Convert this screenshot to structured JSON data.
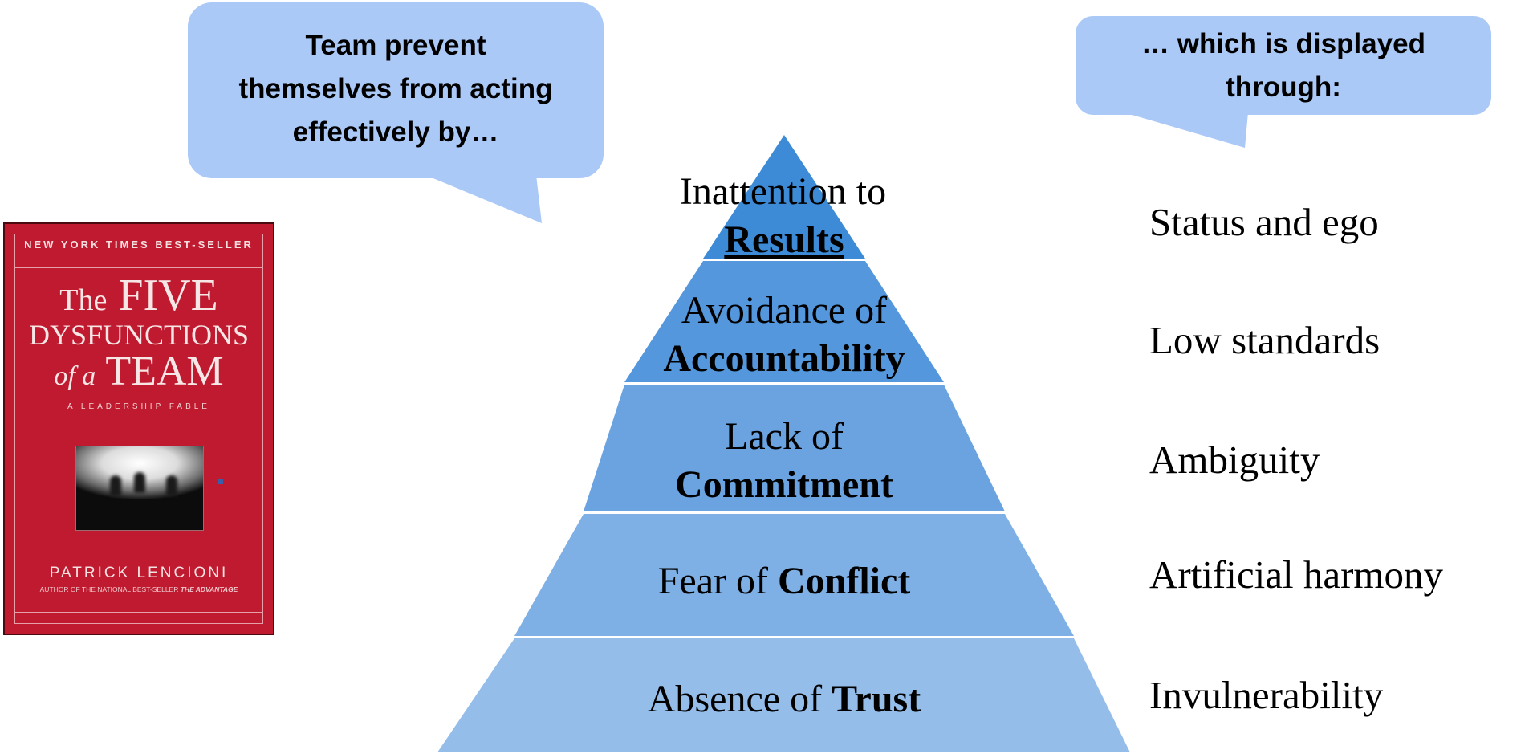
{
  "callouts": {
    "left": {
      "lines": [
        "Team prevent",
        "themselves from acting",
        "effectively by…"
      ],
      "color": "#abc9f7"
    },
    "right": {
      "lines": [
        "… which is displayed",
        "through:"
      ],
      "color": "#abc9f7"
    }
  },
  "book_cover": {
    "banner": "NEW YORK TIMES BEST-SELLER",
    "title_the": "The",
    "title_five": "FIVE",
    "title_dysfunctions": "DYSFUNCTIONS",
    "title_of_a": "of a",
    "title_team": "TEAM",
    "subtitle": "A LEADERSHIP FABLE",
    "author": "PATRICK LENCIONI",
    "author_note": "AUTHOR OF THE NATIONAL BEST-SELLER",
    "author_note_book": "THE ADVANTAGE",
    "cover_color": "#bf1a2f"
  },
  "pyramid": {
    "layers": [
      {
        "prefix": "Inattention to",
        "keyword": "Results",
        "color": "#3d8ad6"
      },
      {
        "prefix": "Avoidance of",
        "keyword": "Accountability",
        "color": "#5497dc"
      },
      {
        "prefix": "Lack of",
        "keyword": "Commitment",
        "color": "#6aa3e0"
      },
      {
        "prefix": "Fear of",
        "keyword": "Conflict",
        "color": "#7fb0e5"
      },
      {
        "prefix": "Absence of",
        "keyword": "Trust",
        "color": "#95bde9"
      }
    ]
  },
  "symptoms": [
    "Status and ego",
    "Low standards",
    "Ambiguity",
    "Artificial harmony",
    "Invulnerability"
  ]
}
